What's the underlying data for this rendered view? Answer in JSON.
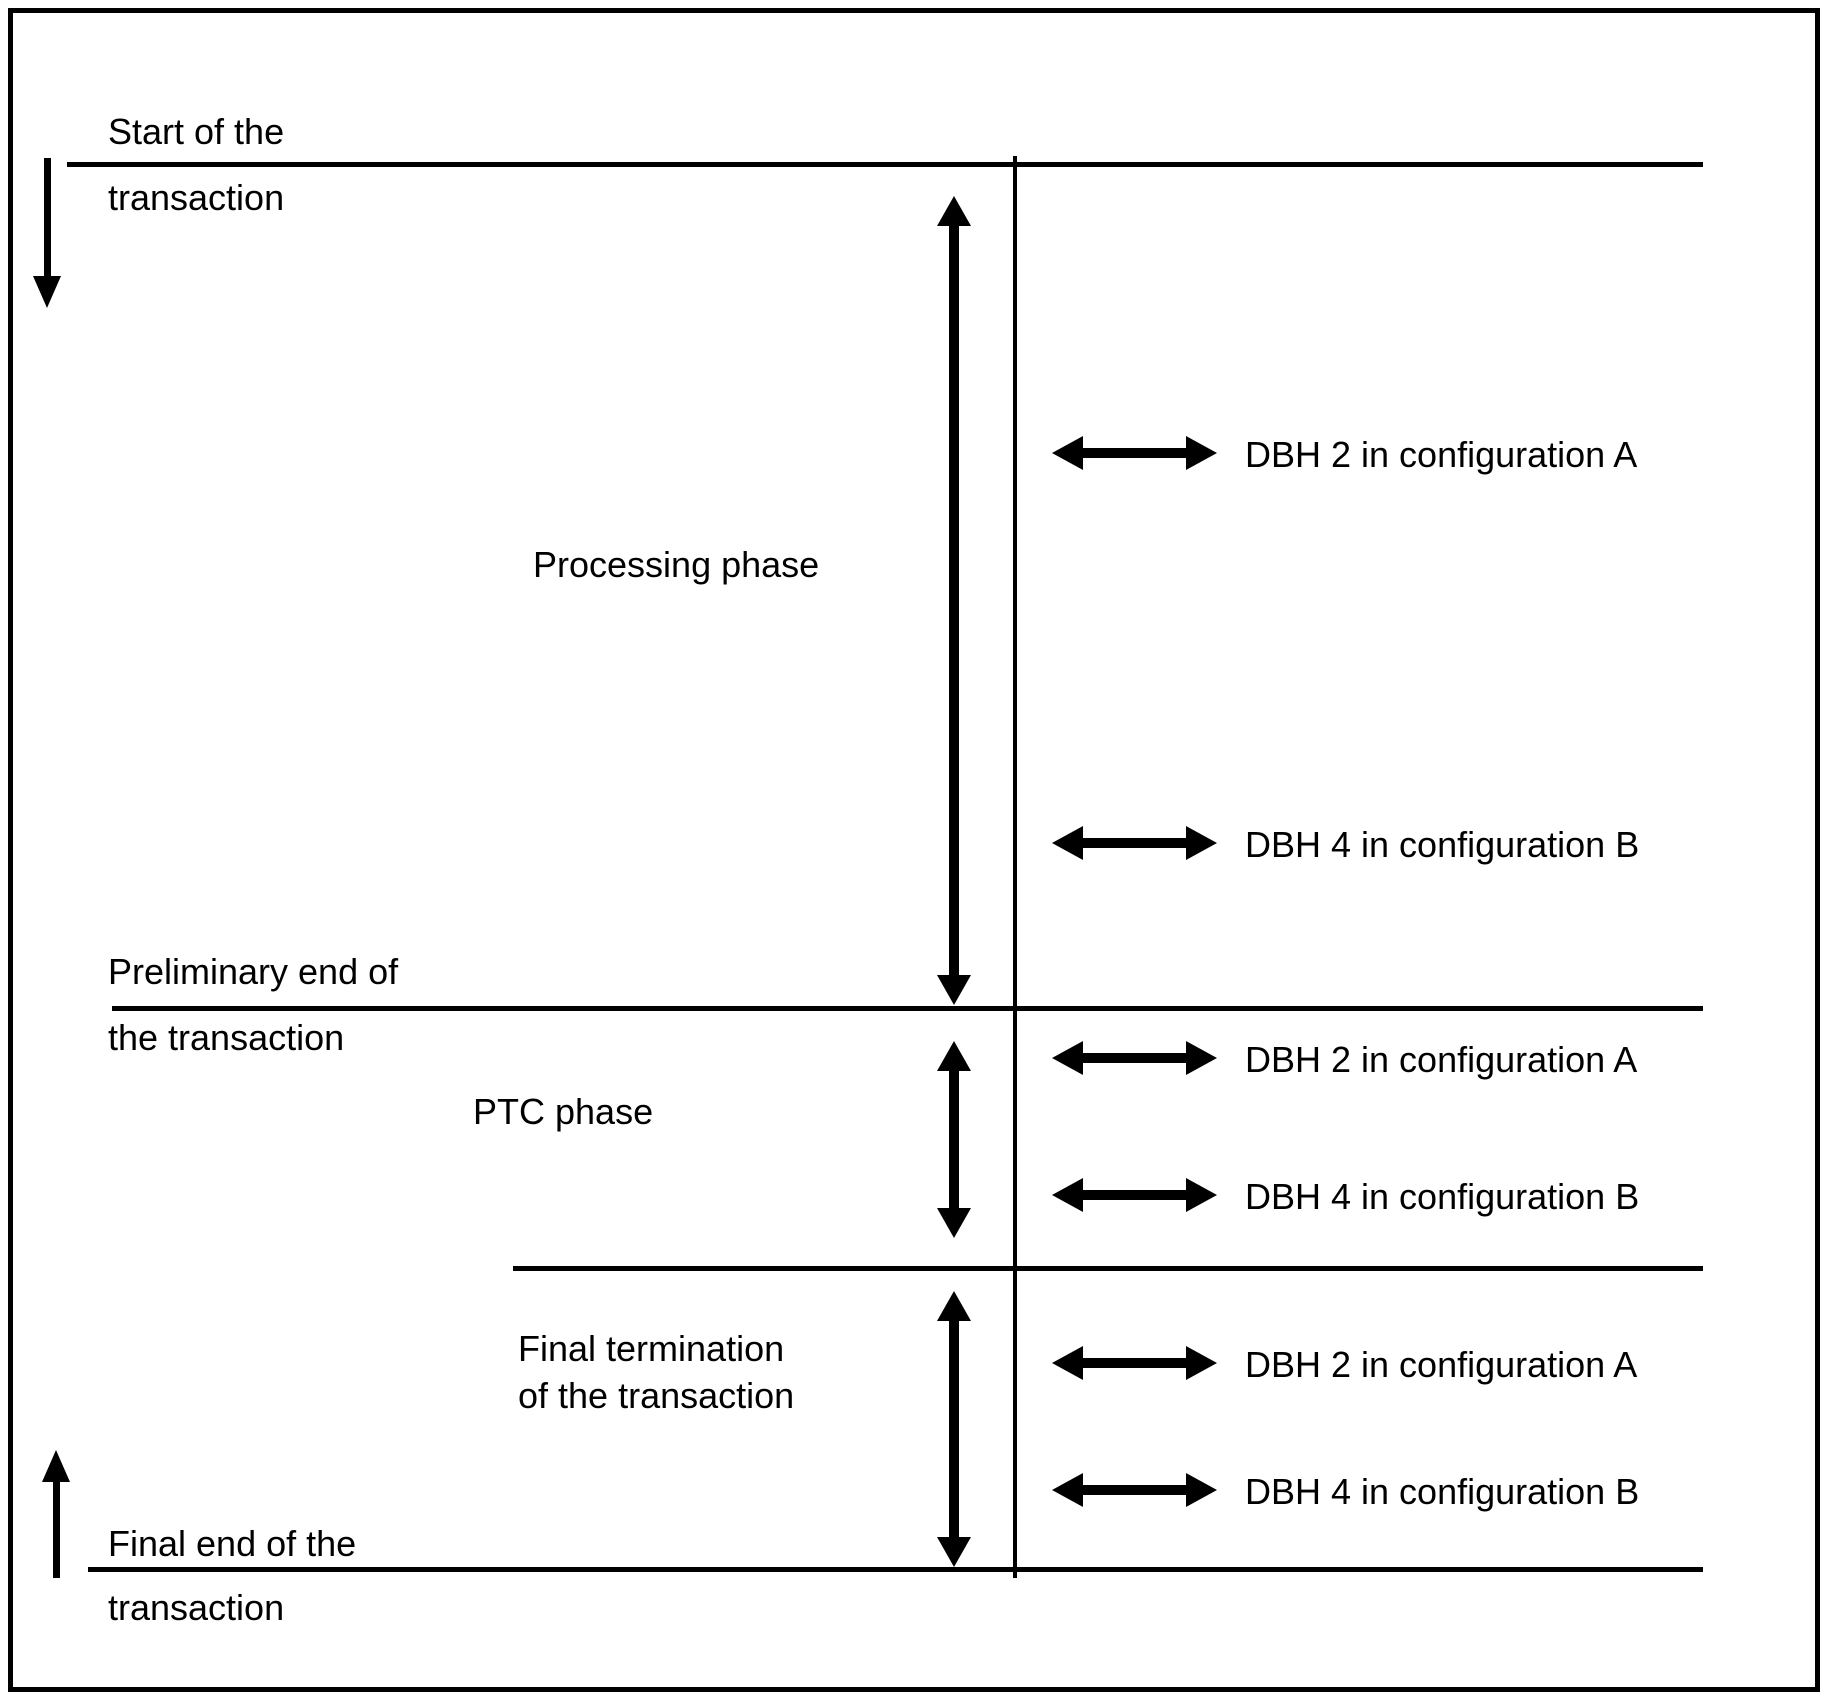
{
  "colors": {
    "ink": "#000000",
    "paper": "#ffffff"
  },
  "margin_labels": {
    "start_top": "Start of the",
    "start_bottom": "transaction",
    "preliminary_top": "Preliminary end of",
    "preliminary_bottom": "the transaction",
    "final_top": "Final end of the",
    "final_bottom": "transaction"
  },
  "phases": {
    "processing": "Processing phase",
    "ptc": "PTC phase",
    "final_termination_line1": "Final termination",
    "final_termination_line2": "of the transaction"
  },
  "dbh_labels": [
    "DBH 2 in configuration A",
    "DBH 4 in configuration B",
    "DBH 2 in configuration A",
    "DBH 4 in configuration B",
    "DBH 2 in configuration A",
    "DBH 4 in configuration B"
  ]
}
